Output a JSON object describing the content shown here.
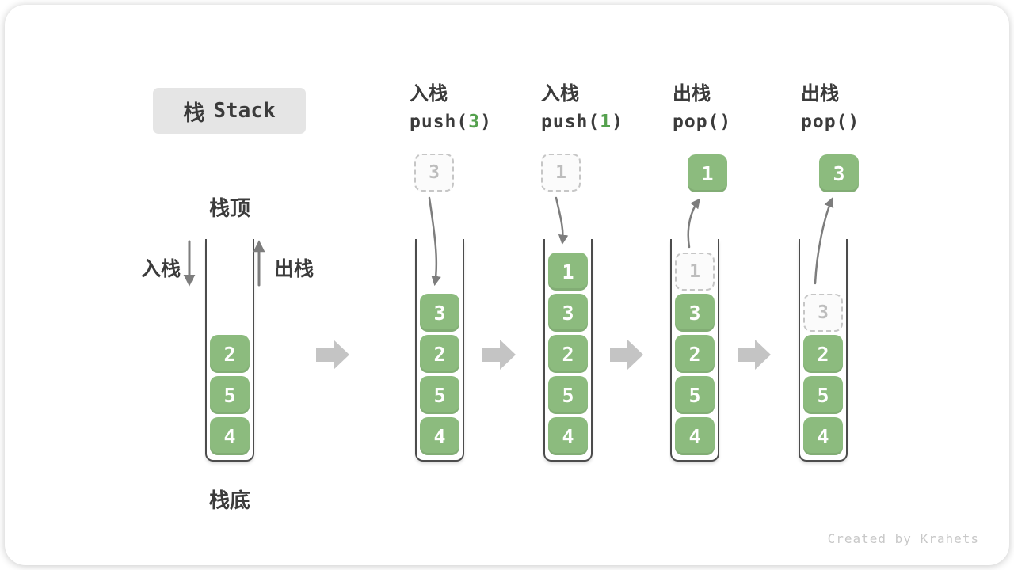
{
  "title": {
    "zh": "栈",
    "en": "Stack"
  },
  "side_labels": {
    "top": "栈顶",
    "bottom": "栈底",
    "push": "入栈",
    "pop": "出栈"
  },
  "operations": [
    {
      "name": "入栈",
      "code_prefix": "push(",
      "code_arg": "3",
      "code_suffix": ")"
    },
    {
      "name": "入栈",
      "code_prefix": "push(",
      "code_arg": "1",
      "code_suffix": ")"
    },
    {
      "name": "出栈",
      "code_prefix": "pop()",
      "code_arg": "",
      "code_suffix": ""
    },
    {
      "name": "出栈",
      "code_prefix": "pop()",
      "code_arg": "",
      "code_suffix": ""
    }
  ],
  "stacks": [
    {
      "items": [
        "2",
        "5",
        "4"
      ]
    },
    {
      "floating": "3",
      "items": [
        "3",
        "2",
        "5",
        "4"
      ]
    },
    {
      "floating": "1",
      "items": [
        "1",
        "3",
        "2",
        "5",
        "4"
      ]
    },
    {
      "floating": "1",
      "ghost": "1",
      "items": [
        "3",
        "2",
        "5",
        "4"
      ]
    },
    {
      "floating": "3",
      "ghost": "3",
      "items": [
        "2",
        "5",
        "4"
      ]
    }
  ],
  "watermark": "Created by Krahets",
  "colors": {
    "box_green": "#8cbb7e",
    "code_green": "#55a14e",
    "text_dark": "#3b3b3b",
    "container_wall": "#4c4c4c",
    "arrow_gray": "#7d7d7d",
    "block_arrow_gray": "#c4c4c4",
    "ghost_gray": "#bdbdbd",
    "title_box_bg": "#e5e5e5",
    "watermark_gray": "#c8c8c8"
  }
}
